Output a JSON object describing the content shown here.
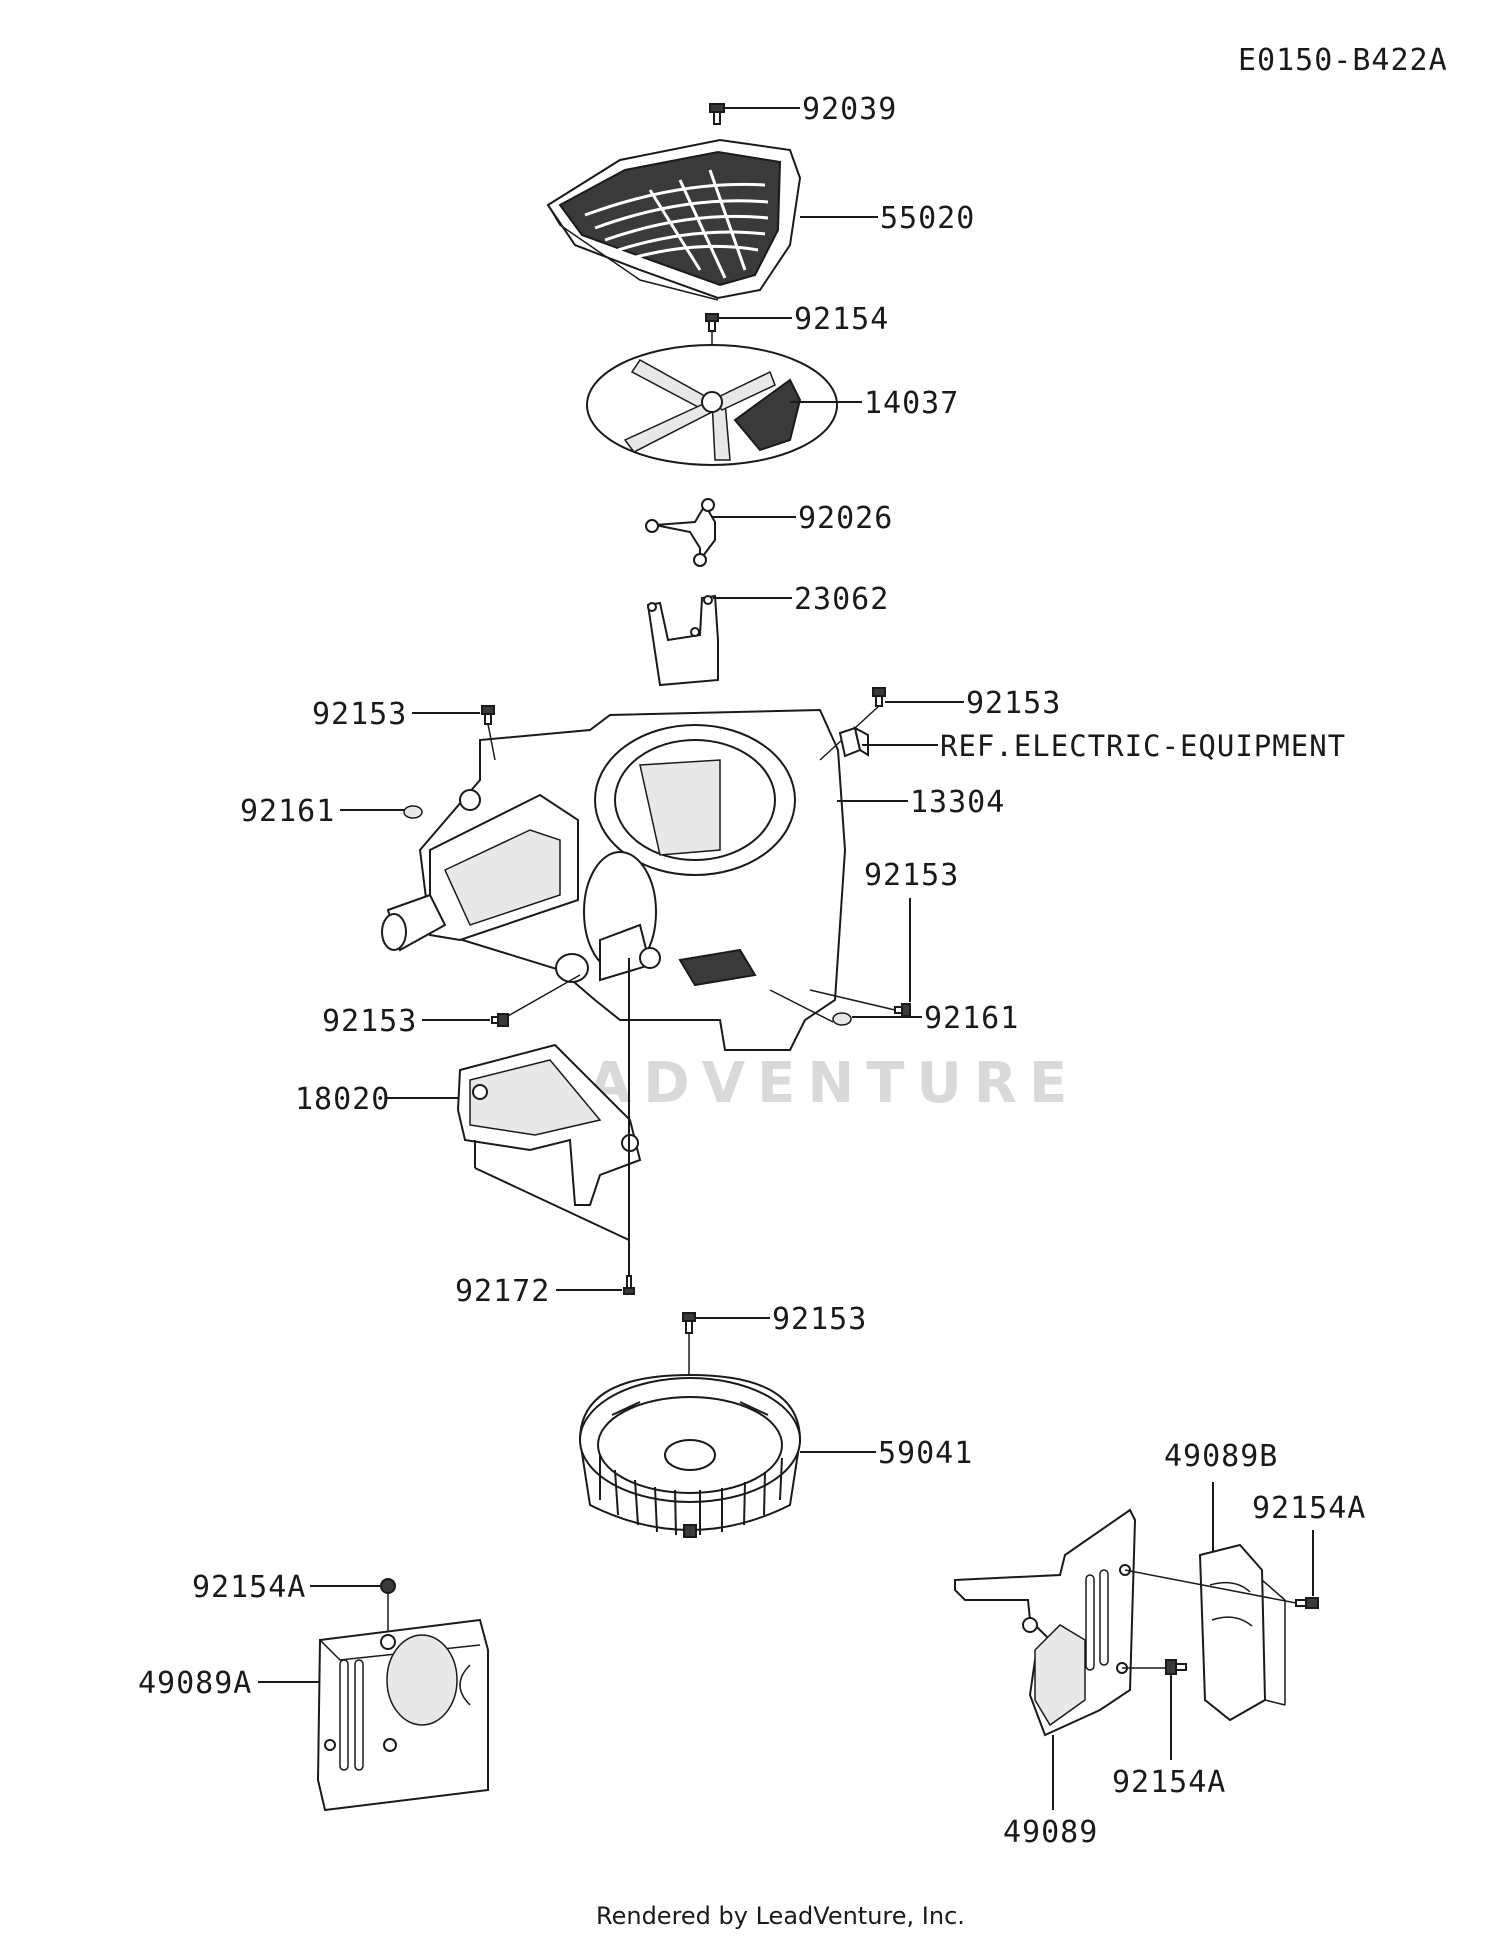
{
  "diagram_code": "E0150-B422A",
  "watermark": "LEADVENTURE",
  "footer": "Rendered by LeadVenture, Inc.",
  "callouts": {
    "c92039": "92039",
    "c55020": "55020",
    "c92154_top": "92154",
    "c14037": "14037",
    "c92026": "92026",
    "c23062": "23062",
    "c92153_left": "92153",
    "c92153_right": "92153",
    "ref_electric": "REF.ELECTRIC-EQUIPMENT",
    "c92161_left": "92161",
    "c13304": "13304",
    "c92153_mid_right": "92153",
    "c92153_lower_left": "92153",
    "c92161_right": "92161",
    "c18020": "18020",
    "c92172": "92172",
    "c92153_flywheel": "92153",
    "c59041": "59041",
    "c49089B": "49089B",
    "c92154A_right_top": "92154A",
    "c92154A_left": "92154A",
    "c49089A": "49089A",
    "c92154A_right_bottom": "92154A",
    "c49089": "49089"
  }
}
